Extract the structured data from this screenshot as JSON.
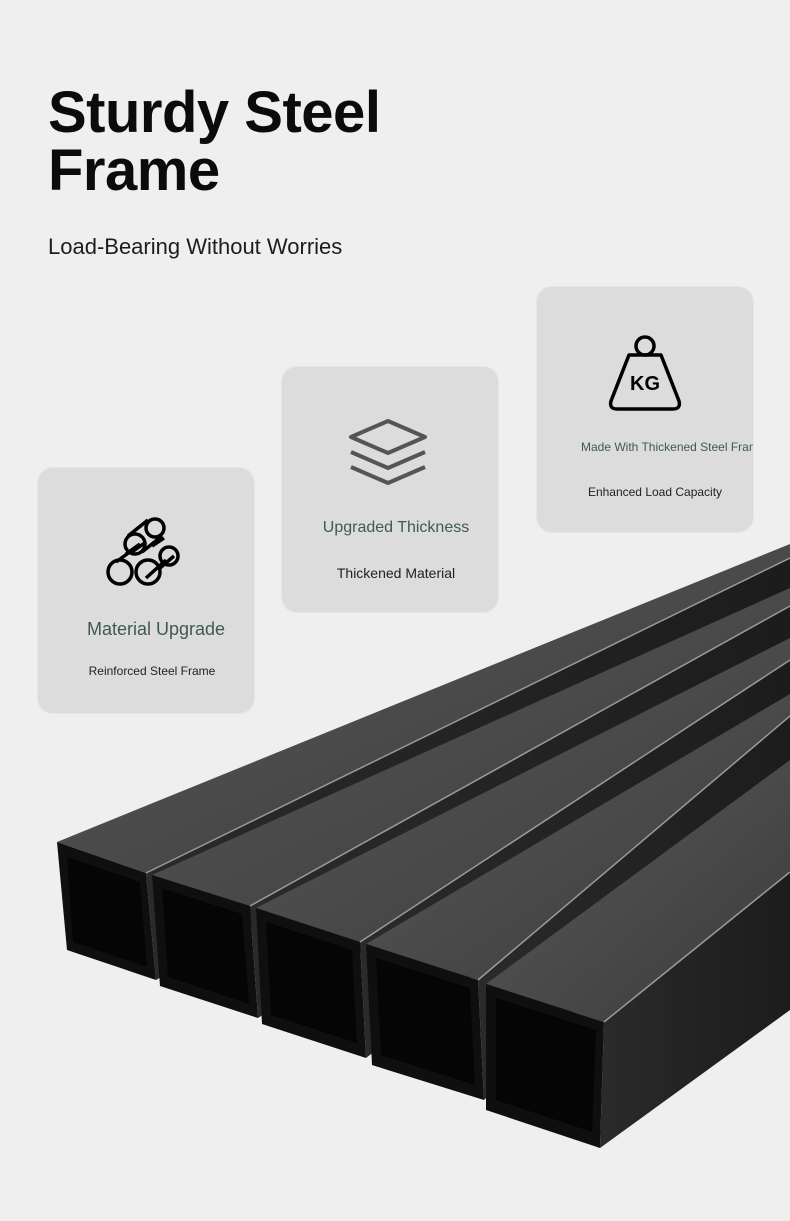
{
  "header": {
    "title": "Sturdy Steel Frame",
    "subtitle": "Load-Bearing Without Worries"
  },
  "features": [
    {
      "icon": "steel-pipes-icon",
      "title": "Material Upgrade",
      "description": "Reinforced Steel Frame"
    },
    {
      "icon": "layers-icon",
      "title": "Upgraded Thickness",
      "description": "Thickened Material"
    },
    {
      "icon": "kg-weight-icon",
      "icon_label": "KG",
      "title": "Made With Thickened Steel Frame, Stab",
      "description": "Enhanced Load Capacity"
    }
  ],
  "colors": {
    "background": "#efefef",
    "card": "#dcdcdc",
    "accent_text": "#3f5a50",
    "steel": "#1a1a1a"
  }
}
